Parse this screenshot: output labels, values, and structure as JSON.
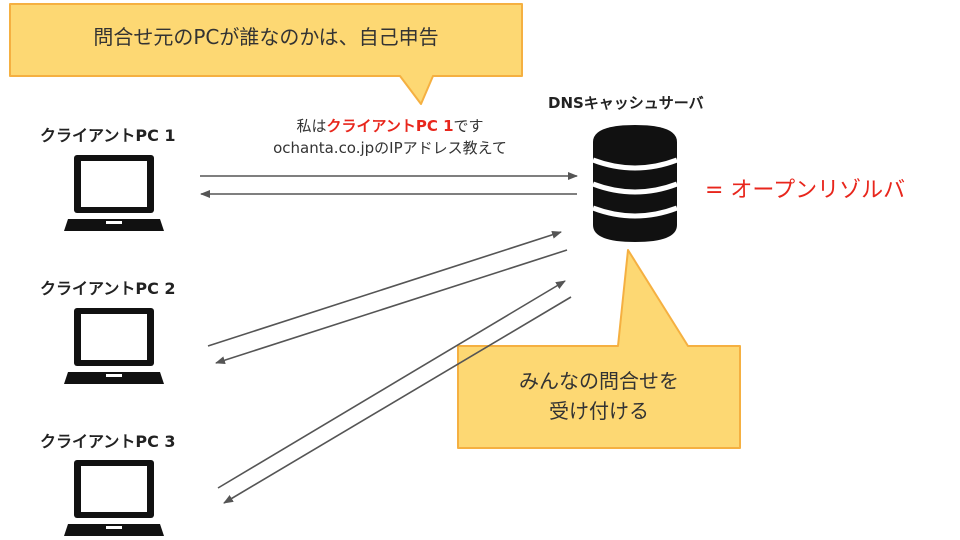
{
  "top_callout": {
    "text": "問合せ元のPCが誰なのかは、自己申告"
  },
  "clients": [
    {
      "label": "クライアントPC 1"
    },
    {
      "label": "クライアントPC 2"
    },
    {
      "label": "クライアントPC 3"
    }
  ],
  "message": {
    "prefix": "私は",
    "highlight": "クライアントPC 1",
    "suffix": "です",
    "line2": "ochanta.co.jpのIPアドレス教えて"
  },
  "server": {
    "title": "DNSキャッシュサーバ",
    "icon": "database-icon",
    "resolver_label": "= オープンリゾルバ"
  },
  "bottom_callout": {
    "line1": "みんなの問合せを",
    "line2": "受け付ける"
  },
  "colors": {
    "callout_fill": "#fdd873",
    "callout_border": "#f5b041",
    "accent_red": "#e8261c",
    "arrow": "#555555",
    "icon_dark": "#111111"
  }
}
